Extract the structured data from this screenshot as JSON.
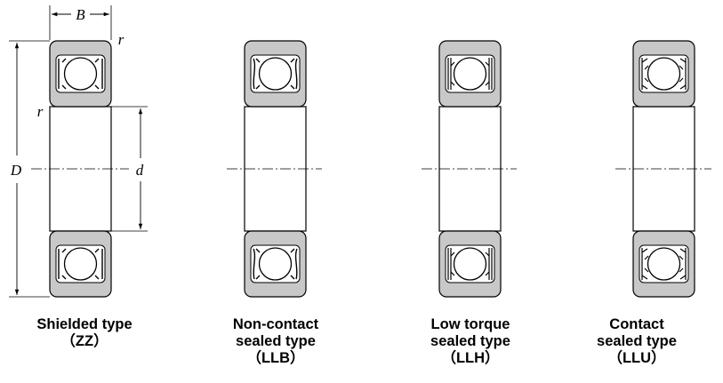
{
  "dimensions": {
    "width": "B",
    "outer_diameter": "D",
    "bore": "d",
    "fillet": "r"
  },
  "bearings": [
    {
      "id": "zz",
      "lines": [
        "Shielded type",
        "（ZZ）"
      ]
    },
    {
      "id": "llb",
      "lines": [
        "Non-contact",
        "sealed type",
        "（LLB）"
      ]
    },
    {
      "id": "llh",
      "lines": [
        "Low torque",
        "sealed type",
        "（LLH）"
      ]
    },
    {
      "id": "llu",
      "lines": [
        "Contact",
        "sealed type",
        "（LLU）"
      ]
    }
  ],
  "colors": {
    "ring_fill": "#c8c8c8",
    "stroke": "#000000",
    "background": "#ffffff"
  }
}
